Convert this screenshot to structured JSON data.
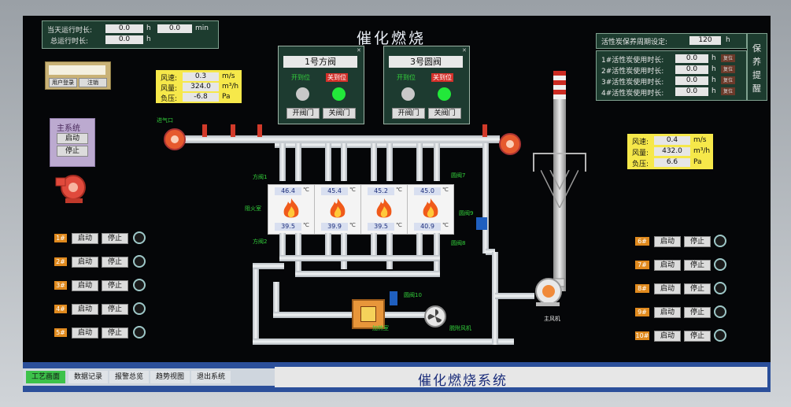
{
  "screen_title": "催化燃烧",
  "runtime": {
    "today_label": "当天运行时长:",
    "today_h": "0.0",
    "today_h_unit": "h",
    "today_min": "0.0",
    "today_min_unit": "min",
    "total_label": "总运行时长:",
    "total_h": "0.0",
    "total_h_unit": "h"
  },
  "login": {
    "user_btn": "用户登录",
    "logout_btn": "注销"
  },
  "sensor_left": {
    "speed_label": "风速:",
    "speed": "0.3",
    "speed_unit": "m/s",
    "flow_label": "风量:",
    "flow": "324.0",
    "flow_unit": "m³/h",
    "pressure_label": "负压:",
    "pressure": "-6.8",
    "pressure_unit": "Pa"
  },
  "sensor_right": {
    "speed_label": "风速:",
    "speed": "0.4",
    "speed_unit": "m/s",
    "flow_label": "风量:",
    "flow": "432.0",
    "flow_unit": "m³/h",
    "pressure_label": "负压:",
    "pressure": "6.6",
    "pressure_unit": "Pa"
  },
  "main_system": {
    "title": "主系统",
    "start": "启动",
    "stop": "停止"
  },
  "valves": [
    {
      "name": "1号方阀",
      "open_pos": "开到位",
      "close_pos": "关到位",
      "open_btn": "开阀门",
      "close_btn": "关阀门"
    },
    {
      "name": "3号圆阀",
      "open_pos": "开到位",
      "close_pos": "关到位",
      "open_btn": "开阀门",
      "close_btn": "关阀门"
    }
  ],
  "maintenance": {
    "cycle_label": "活性炭保养周期设定:",
    "cycle_value": "120",
    "cycle_unit": "h",
    "side_title": "保养提醒",
    "rows": [
      {
        "label": "1#活性炭使用时长:",
        "value": "0.0",
        "unit": "h",
        "btn": "复位"
      },
      {
        "label": "2#活性炭使用时长:",
        "value": "0.0",
        "unit": "h",
        "btn": "复位"
      },
      {
        "label": "3#活性炭使用时长:",
        "value": "0.0",
        "unit": "h",
        "btn": "复位"
      },
      {
        "label": "4#活性炭使用时长:",
        "value": "0.0",
        "unit": "h",
        "btn": "复位"
      }
    ]
  },
  "left_units": [
    {
      "num": "1#",
      "start": "启动",
      "stop": "停止"
    },
    {
      "num": "2#",
      "start": "启动",
      "stop": "停止"
    },
    {
      "num": "3#",
      "start": "启动",
      "stop": "停止"
    },
    {
      "num": "4#",
      "start": "启动",
      "stop": "停止"
    },
    {
      "num": "5#",
      "start": "启动",
      "stop": "停止"
    }
  ],
  "right_units": [
    {
      "num": "6#",
      "start": "启动",
      "stop": "停止"
    },
    {
      "num": "7#",
      "start": "启动",
      "stop": "停止"
    },
    {
      "num": "8#",
      "start": "启动",
      "stop": "停止"
    },
    {
      "num": "9#",
      "start": "启动",
      "stop": "停止"
    },
    {
      "num": "10#",
      "start": "启动",
      "stop": "停止"
    }
  ],
  "burners": [
    {
      "top": "46.4",
      "bottom": "39.5",
      "unit": "℃"
    },
    {
      "top": "45.4",
      "bottom": "39.9",
      "unit": "℃"
    },
    {
      "top": "45.2",
      "bottom": "39.5",
      "unit": "℃"
    },
    {
      "top": "45.0",
      "bottom": "40.9",
      "unit": "℃"
    }
  ],
  "diagram_labels": {
    "inlet": "进气口",
    "square_valve_1": "方阀1",
    "square_valve_2": "方阀2",
    "fire_room": "阻火室",
    "round_valve_7": "圆阀7",
    "round_valve_9": "圆阀9",
    "round_valve_8": "圆阀8",
    "round_valve_10": "圆阀10",
    "heating_room": "加热室",
    "desorb_fan": "脱附风机",
    "main_fan": "主风机"
  },
  "bottom_tabs": [
    "工艺画面",
    "数据记录",
    "报警总览",
    "趋势视图",
    "退出系统"
  ],
  "system_name": "催化燃烧系统",
  "colors": {
    "accent_green": "#33d23b",
    "lamp_gray": "#c8c8c8",
    "lamp_green": "#22e83a",
    "title_blue": "#1a2c7a"
  }
}
